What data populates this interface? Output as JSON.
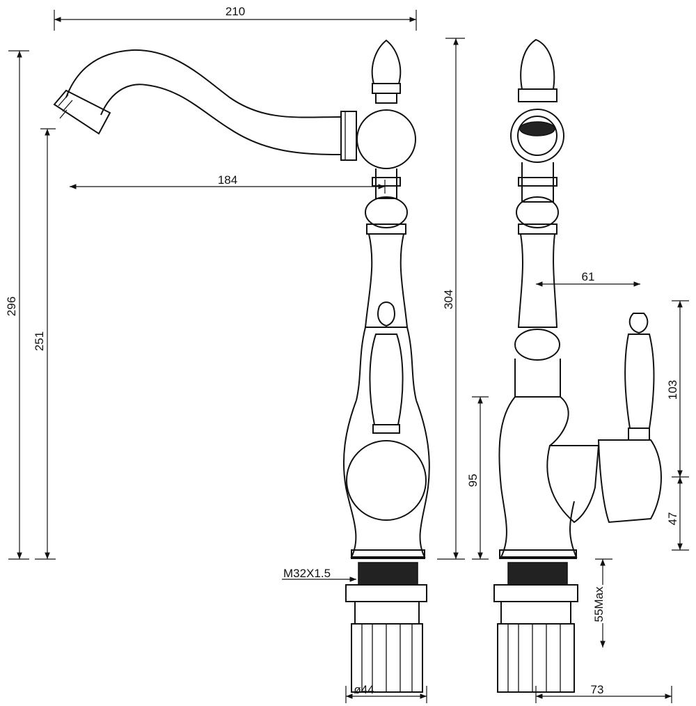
{
  "dimensions": {
    "overall_width": "210",
    "spout_reach": "184",
    "overall_height": "296",
    "spout_height": "251",
    "total_height": "304",
    "handle_offset": "61",
    "handle_height": "103",
    "handle_base_height": "47",
    "body_height": "95",
    "thread": "M32X1.5",
    "max_deck_thickness": "55Max",
    "base_diameter": "ø44",
    "side_depth": "73"
  }
}
